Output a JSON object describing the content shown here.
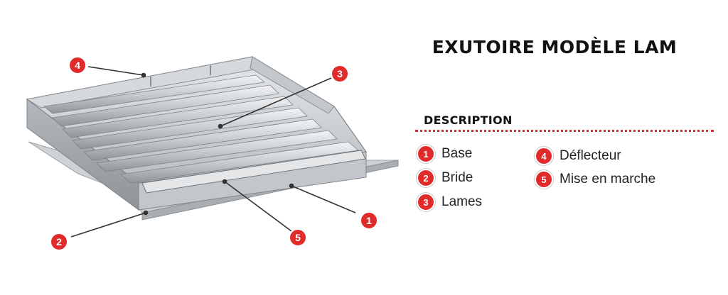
{
  "title": "EXUTOIRE MODÈLE LAM",
  "description_heading": "DESCRIPTION",
  "accent_color": "#e12b2b",
  "legend": [
    {
      "num": "1",
      "label": "Base"
    },
    {
      "num": "2",
      "label": "Bride"
    },
    {
      "num": "3",
      "label": "Lames"
    },
    {
      "num": "4",
      "label": "Déflecteur"
    },
    {
      "num": "5",
      "label": "Mise en marche"
    }
  ],
  "callouts": [
    {
      "num": "1"
    },
    {
      "num": "2"
    },
    {
      "num": "3"
    },
    {
      "num": "4"
    },
    {
      "num": "5"
    }
  ]
}
